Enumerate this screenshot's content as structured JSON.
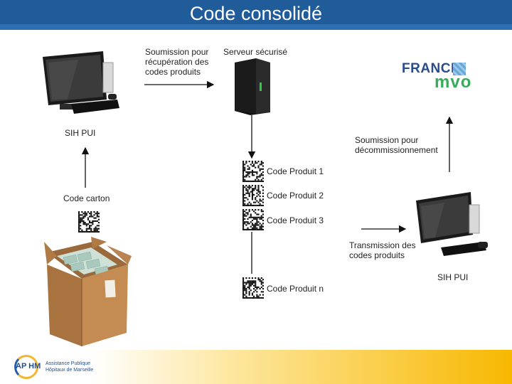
{
  "title": "Code consolidé",
  "labels": {
    "submission_retrieval": "Soumission pour récupération des codes produits",
    "secure_server": "Serveur sécurisé",
    "sih_pui_top": "SIH PUI",
    "submission_decommission": "Soumission pour décommissionnement",
    "code_carton": "Code carton",
    "code_produit_1": "Code Produit 1",
    "code_produit_2": "Code Produit 2",
    "code_produit_3": "Code Produit 3",
    "code_produit_n": "Code Produit n",
    "transmission": "Transmission des codes produits",
    "sih_pui_bottom": "SIH PUI"
  },
  "france_mvo_logo": {
    "line1": "FRANCE",
    "line2": "mvo"
  },
  "aphm_logo": {
    "abbr": "AP HM",
    "line1": "Assistance Publique",
    "line2": "Hôpitaux de Marseille"
  },
  "colors": {
    "header": "#1f5c99",
    "footer_accent": "#f8b800",
    "mvo_blue": "#2a4b8d",
    "mvo_green": "#3aaa5c"
  }
}
